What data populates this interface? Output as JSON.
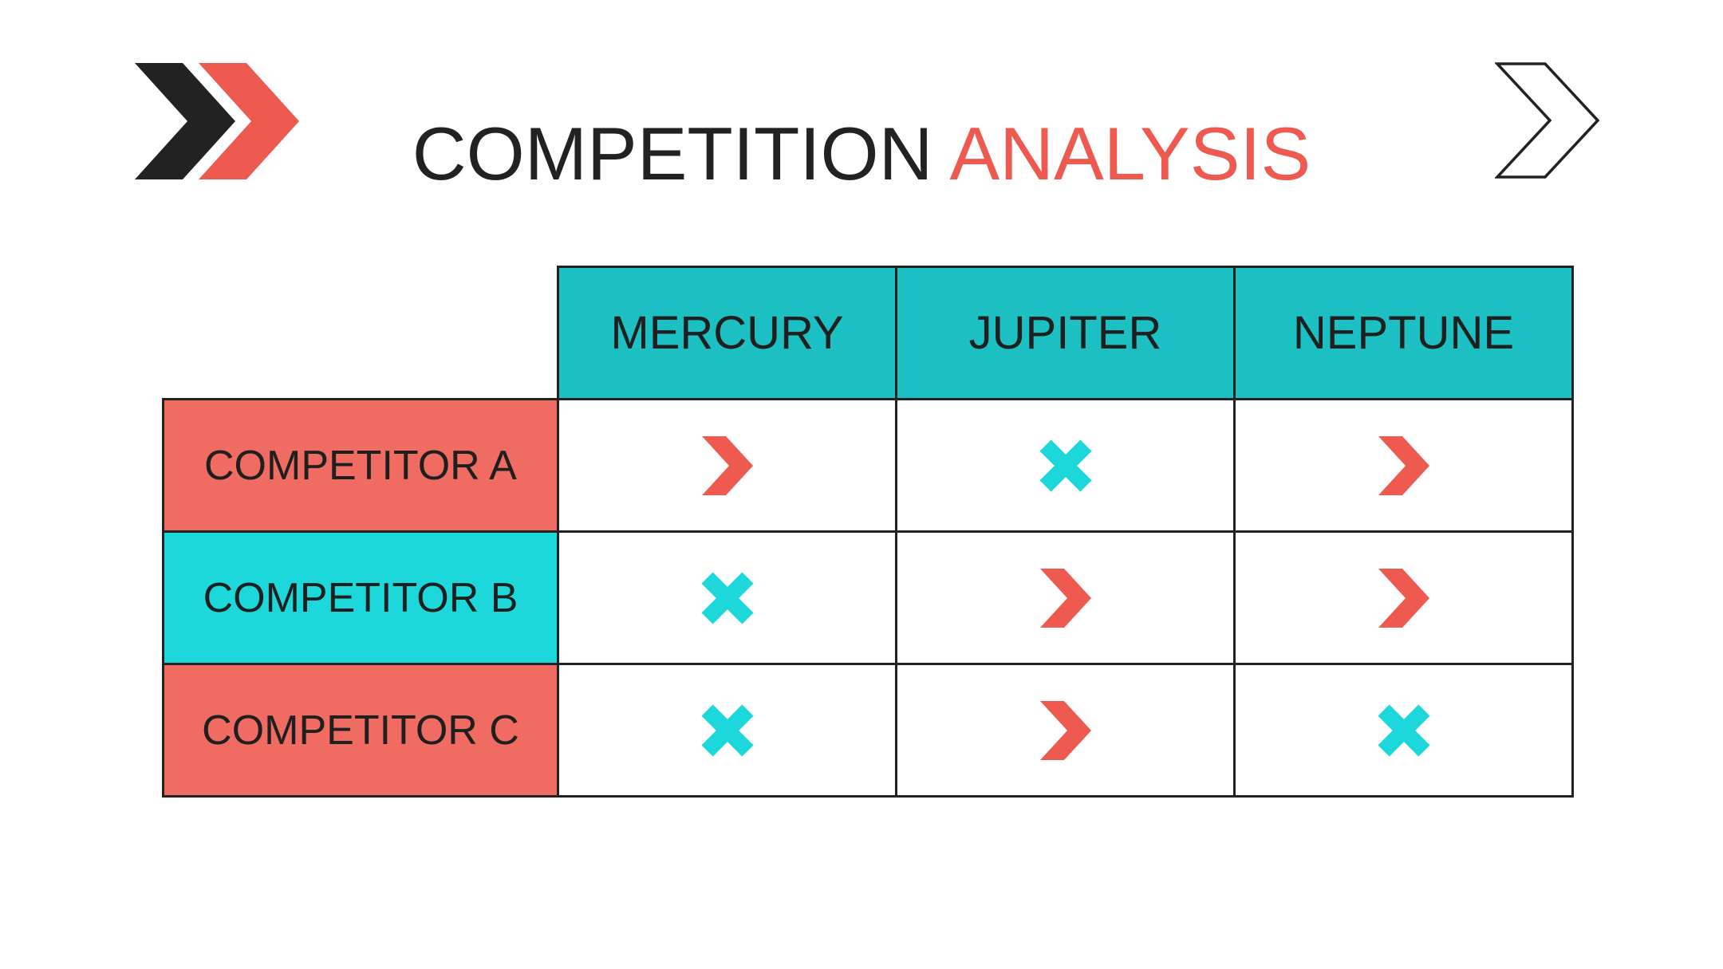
{
  "title": {
    "main": "COMPETITION",
    "accent": "ANALYSIS"
  },
  "colors": {
    "coral": "#EE5A50",
    "coral_row": "#F06C62",
    "teal_header": "#1CBFC2",
    "teal_row": "#1DD8DA",
    "dark": "#222222"
  },
  "table": {
    "columns": [
      "MERCURY",
      "JUPITER",
      "NEPTUNE"
    ],
    "rows": [
      {
        "label": "COMPETITOR A",
        "color": "coral",
        "marks": [
          "chevron-icon",
          "cross-icon",
          "chevron-icon"
        ]
      },
      {
        "label": "COMPETITOR B",
        "color": "teal",
        "marks": [
          "cross-icon",
          "chevron-icon",
          "chevron-icon"
        ]
      },
      {
        "label": "COMPETITOR C",
        "color": "coral",
        "marks": [
          "cross-icon",
          "chevron-icon",
          "cross-icon"
        ]
      }
    ]
  }
}
